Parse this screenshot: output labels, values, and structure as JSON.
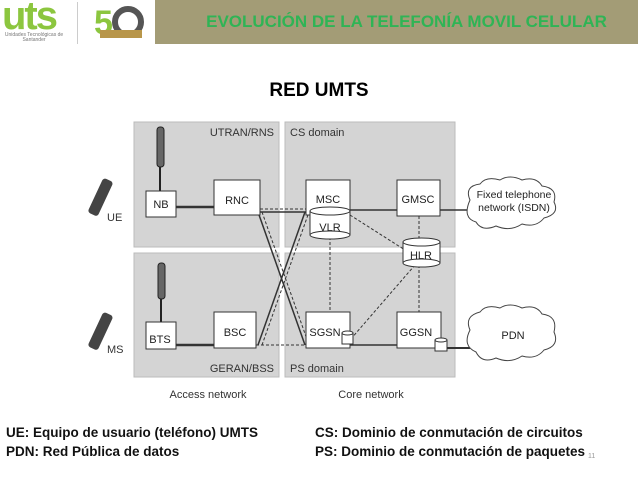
{
  "header": {
    "title": "EVOLUCIÓN DE LA TELEFONÍA MOVIL CELULAR",
    "logo_text": "uts",
    "logo_subtext": "Unidades Tecnológicas de Santander",
    "anniversary_logo": "50 Años UTS",
    "band_color": "#a39c76",
    "title_color": "#2fb455"
  },
  "slide": {
    "subtitle": "RED UMTS",
    "page_number": "11"
  },
  "diagram": {
    "regions": {
      "utran": "UTRAN/RNS",
      "cs": "CS domain",
      "geran": "GERAN/BSS",
      "ps": "PS domain"
    },
    "sections": {
      "access": "Access network",
      "core": "Core network"
    },
    "nodes": {
      "nb": "NB",
      "rnc": "RNC",
      "msc": "MSC",
      "vlr": "VLR",
      "gmsc": "GMSC",
      "hlr": "HLR",
      "bts": "BTS",
      "bsc": "BSC",
      "sgsn": "SGSN",
      "ggsn": "GGSN"
    },
    "devices": {
      "ue": "UE",
      "ms": "MS"
    },
    "clouds": {
      "isdn_line1": "Fixed telephone",
      "isdn_line2": "network (ISDN)",
      "pdn": "PDN"
    }
  },
  "legend": {
    "ue": "UE: Equipo de usuario (teléfono) UMTS",
    "pdn": "PDN: Red Pública de datos",
    "cs": "CS: Dominio de conmutación de circuitos",
    "ps": "PS: Dominio de conmutación de paquetes"
  }
}
